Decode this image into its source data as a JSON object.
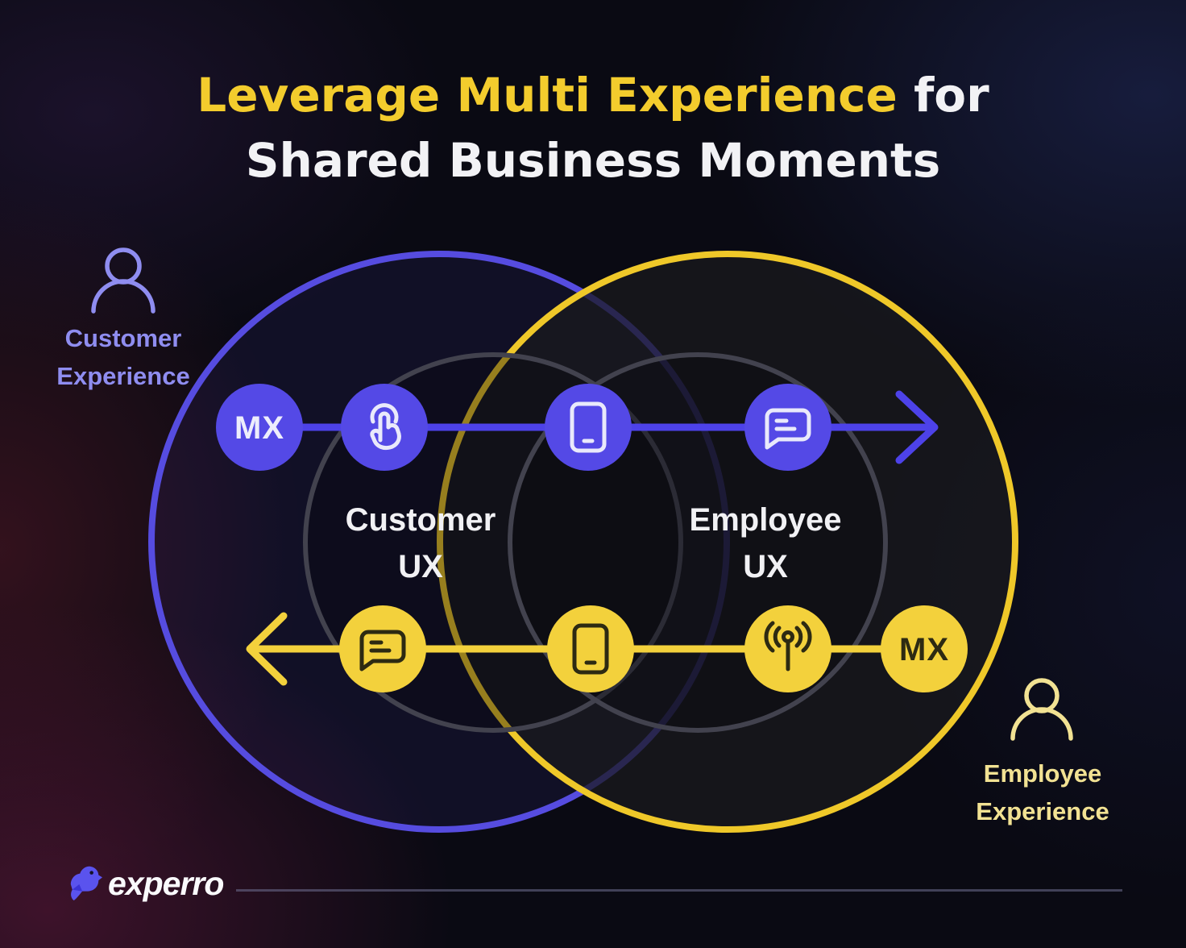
{
  "title": {
    "highlight": "Leverage Multi Experience",
    "rest": " for",
    "line2": "Shared Business Moments"
  },
  "actors": {
    "customer": {
      "line1": "Customer",
      "line2": "Experience"
    },
    "employee": {
      "line1": "Employee",
      "line2": "Experience"
    }
  },
  "venn": {
    "customer_ux": {
      "line1": "Customer",
      "line2": "UX"
    },
    "employee_ux": {
      "line1": "Employee",
      "line2": "UX"
    }
  },
  "flows": {
    "customer_to_employee": {
      "badge": "MX",
      "icons": [
        "mx-badge",
        "touch-icon",
        "smartphone-icon",
        "chat-icon"
      ],
      "direction": "right"
    },
    "employee_to_customer": {
      "badge": "MX",
      "icons": [
        "chat-icon",
        "smartphone-icon",
        "antenna-icon",
        "mx-badge"
      ],
      "direction": "left"
    }
  },
  "logo": {
    "text": "experro"
  },
  "colors": {
    "purple_node": "#5449E6",
    "purple_stroke": "#564CE0",
    "purple_line": "#4D42E9",
    "purple_label": "#8F8DF0",
    "yellow_node": "#F3D13C",
    "yellow_stroke": "#EFC829",
    "yellow_line": "#F3D13C",
    "yellow_label": "#F2E293",
    "title_yellow": "#F3CC2D",
    "white": "#F2F2F5",
    "icon_on_purple": "#E9E9FB",
    "icon_on_yellow": "#2D2A12",
    "inner_circle_stroke": "#42424E"
  }
}
